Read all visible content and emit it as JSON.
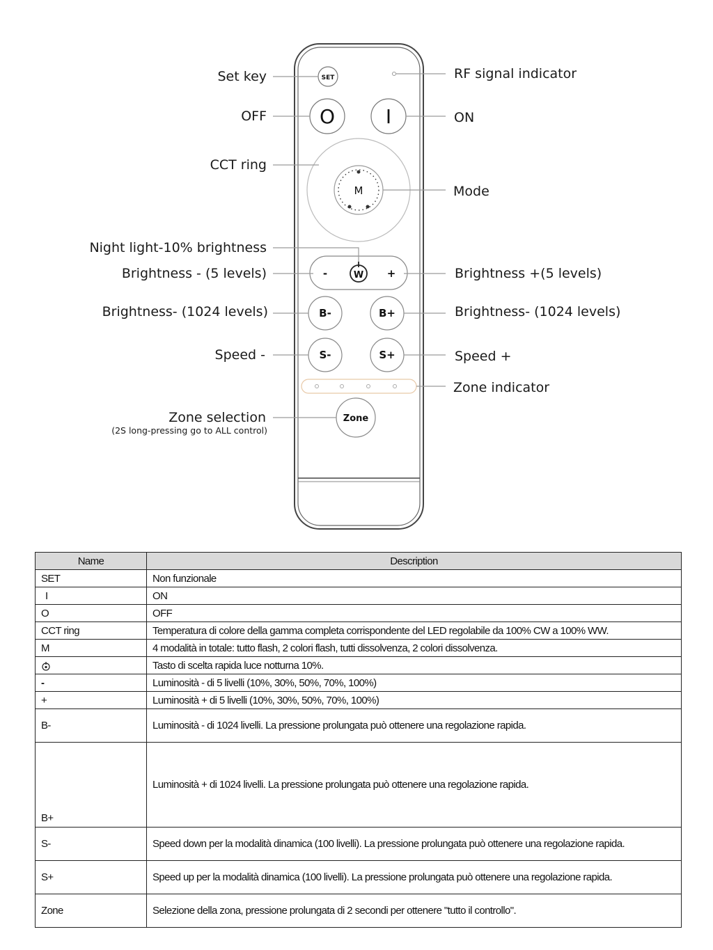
{
  "diagram": {
    "buttons": {
      "set": "SET",
      "off": "O",
      "on": "I",
      "mode": "M",
      "minus": "-",
      "night": "W",
      "plus": "+",
      "b_minus": "B-",
      "b_plus": "B+",
      "s_minus": "S-",
      "s_plus": "S+",
      "zone": "Zone"
    },
    "labels": {
      "set_key": "Set key",
      "off": "OFF",
      "cct_ring": "CCT  ring",
      "night_light": "Night light-10% brightness",
      "brightness_minus_5": "Brightness - (5 levels)",
      "brightness_minus_1024_left": "Brightness- (1024 levels)",
      "speed_minus": "Speed -",
      "zone_selection": "Zone selection",
      "zone_selection_note": "(2S long-pressing go to ALL control)",
      "rf_indicator": "RF  signal  indicator",
      "on": "ON",
      "mode": "Mode",
      "brightness_plus_5": "Brightness +(5 levels)",
      "brightness_minus_1024_right": "Brightness- (1024 levels)",
      "speed_plus": "Speed +",
      "zone_indicator": "Zone indicator"
    }
  },
  "table": {
    "headers": [
      "Name",
      "Description"
    ],
    "rows": [
      {
        "name": "SET",
        "description": "Non funzionale"
      },
      {
        "name": "I",
        "description": "ON"
      },
      {
        "name": "O",
        "description": "OFF"
      },
      {
        "name": "CCT ring",
        "description": "Temperatura di colore della gamma completa corrispondente del LED regolabile da 100% CW a 100% WW."
      },
      {
        "name": "M",
        "description": "4 modalità in totale: tutto flash, 2 colori flash, tutti dissolvenza, 2 colori dissolvenza."
      },
      {
        "name": "",
        "icon": "night-light-icon",
        "description": "Tasto di scelta rapida luce notturna 10%."
      },
      {
        "name": "-",
        "description": "Luminosità - di 5 livelli (10%, 30%, 50%, 70%, 100%)"
      },
      {
        "name": "+",
        "description": "Luminosità + di 5 livelli (10%, 30%, 50%, 70%, 100%)"
      },
      {
        "name": "B-",
        "description": "Luminosità - di 1024 livelli. La pressione prolungata può ottenere una regolazione rapida."
      },
      {
        "name": "B+",
        "description": "Luminosità + di 1024 livelli. La pressione prolungata può ottenere una regolazione rapida."
      },
      {
        "name": "S-",
        "description": "Speed down per la modalità dinamica (100 livelli). La pressione prolungata può ottenere una regolazione rapida."
      },
      {
        "name": "S+",
        "description": "Speed up per la modalità dinamica (100 livelli). La pressione prolungata può ottenere una regolazione rapida."
      },
      {
        "name": "Zone",
        "description": "Selezione della zona, pressione prolungata di 2 secondi per ottenere \"tutto il controllo\"."
      }
    ]
  }
}
